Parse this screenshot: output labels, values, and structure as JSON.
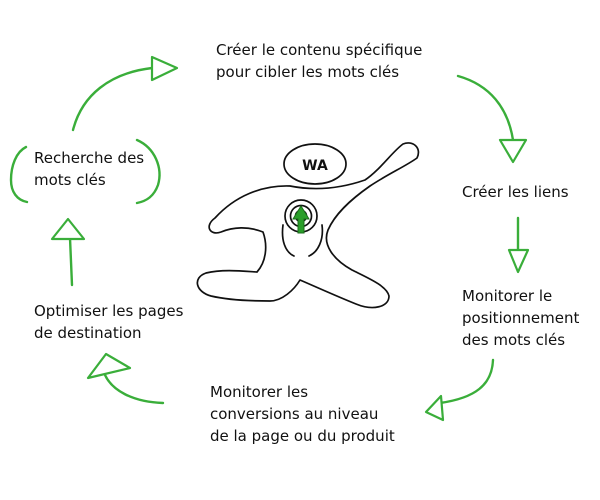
{
  "cycle": {
    "steps": [
      {
        "lines": [
          "Créer le contenu spécifique",
          "pour cibler les mots clés"
        ]
      },
      {
        "lines": [
          "Créer les liens"
        ]
      },
      {
        "lines": [
          "Monitorer le",
          "positionnement",
          "des mots clés"
        ]
      },
      {
        "lines": [
          "Monitorer les",
          "conversions au niveau",
          "de la page ou du produit"
        ]
      },
      {
        "lines": [
          "Optimiser les pages",
          "de destination"
        ]
      },
      {
        "lines": [
          "Recherche des",
          "mots clés"
        ]
      }
    ]
  },
  "figure": {
    "badge": "WA",
    "icons": [
      "stick-figure-icon",
      "target-icon",
      "upward-arrow-icon"
    ]
  },
  "colors": {
    "arrow": "#3aae3a",
    "text": "#111111",
    "background": "#ffffff"
  }
}
